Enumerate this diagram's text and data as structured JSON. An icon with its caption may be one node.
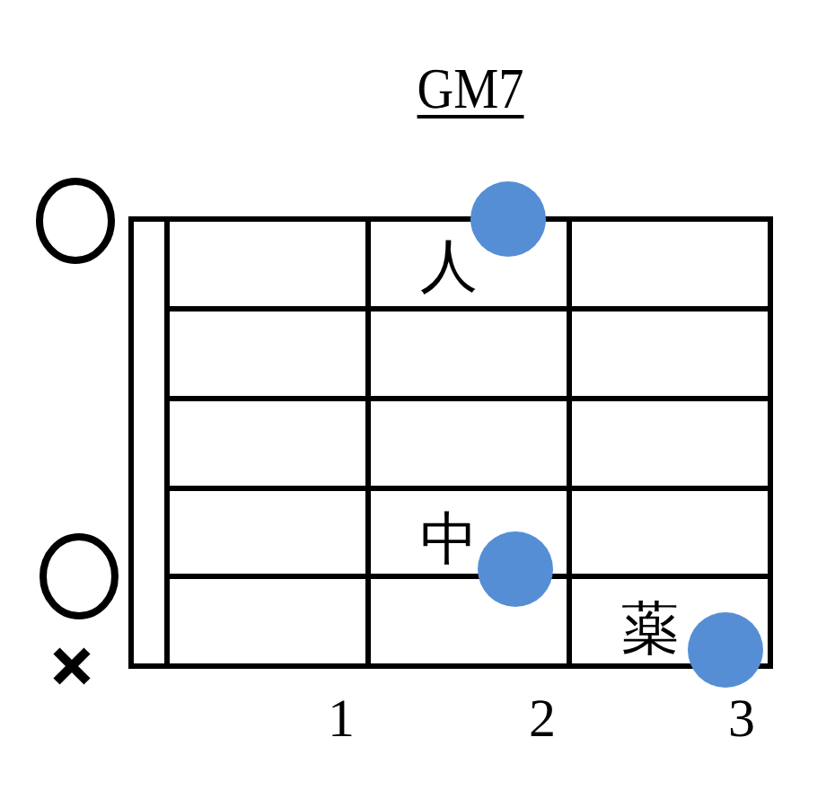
{
  "diagram": {
    "title": "GM7",
    "nodes": [
      {
        "text": [],
        "shape": "circle"
      },
      {
        "text": [],
        "shape": "dot",
        "beside": [
          "人"
        ]
      },
      {
        "text": [],
        "shape": "circle"
      },
      {
        "text": [],
        "shape": "dot",
        "beside": [
          "中"
        ]
      },
      {
        "text": [],
        "shape": "cross"
      },
      {
        "text": [],
        "shape": "dot",
        "beside": [
          "薬"
        ]
      }
    ],
    "labels": [
      "1",
      "2",
      "3"
    ]
  }
}
